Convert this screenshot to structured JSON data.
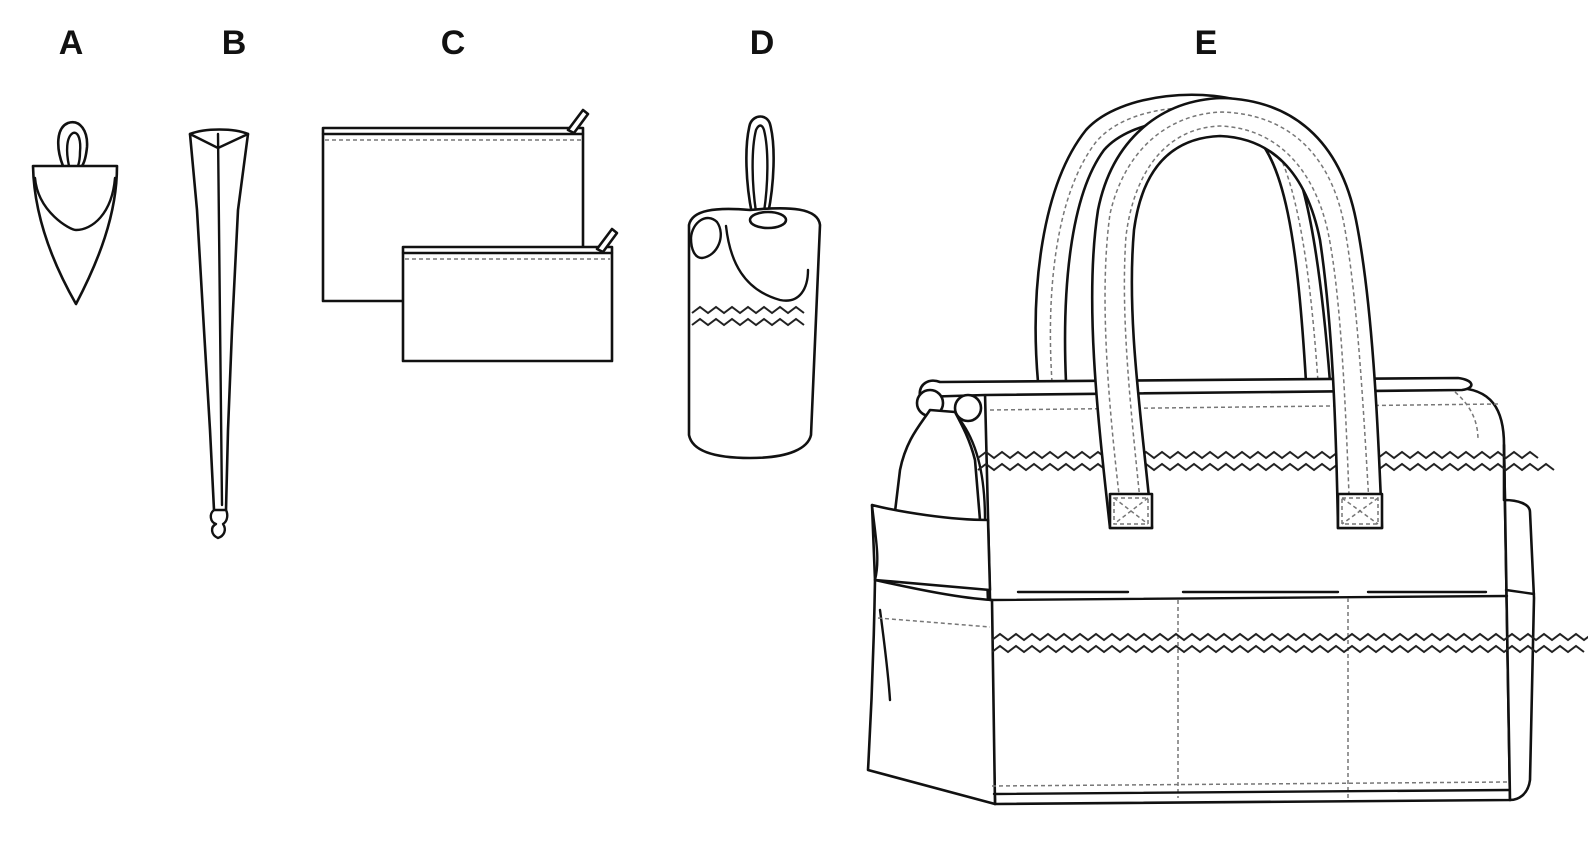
{
  "labels": {
    "a": "A",
    "b": "B",
    "c": "C",
    "d": "D",
    "e": "E"
  },
  "colors": {
    "line": "#111111",
    "stitch": "#777777",
    "background": "#ffffff"
  },
  "items": [
    {
      "label_key": "a",
      "icon": "loop-pouch-icon"
    },
    {
      "label_key": "b",
      "icon": "strap-tie-icon"
    },
    {
      "label_key": "c",
      "icon": "zipper-pouches-icon"
    },
    {
      "label_key": "d",
      "icon": "bottle-holder-icon"
    },
    {
      "label_key": "e",
      "icon": "tote-bag-icon"
    }
  ]
}
